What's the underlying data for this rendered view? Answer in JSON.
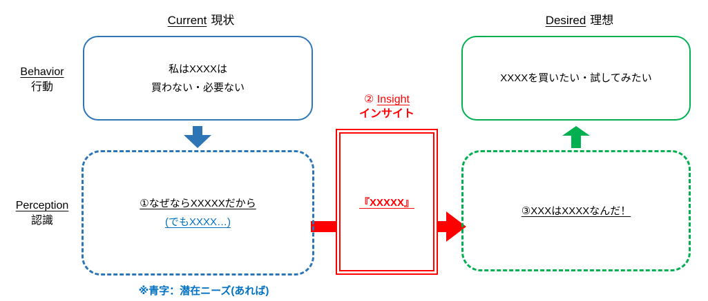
{
  "colors": {
    "blue": "#2E75B6",
    "green": "#00B050",
    "red": "#FF0000",
    "note_blue": "#0070C0"
  },
  "headers": {
    "current_en": "Current",
    "current_ja": "現状",
    "desired_en": "Desired",
    "desired_ja": "理想"
  },
  "row_labels": {
    "behavior_en": "Behavior",
    "behavior_ja": "行動",
    "perception_en": "Perception",
    "perception_ja": "認識"
  },
  "boxes": {
    "current_behavior": {
      "line1": "私はXXXXは",
      "line2": "買わない・必要ない"
    },
    "current_perception": {
      "line1": "①なぜならXXXXXだから",
      "line2": "(でもXXXX…)"
    },
    "insight": {
      "label_num": "②",
      "label_en": "Insight",
      "label_ja": "インサイト",
      "value": "『XXXXX』"
    },
    "desired_behavior": {
      "line1": "XXXXを買いたい・試してみたい"
    },
    "desired_perception": {
      "line1": "③XXXはXXXXなんだ！"
    }
  },
  "note": "※青字：潜在ニーズ(あれば)"
}
